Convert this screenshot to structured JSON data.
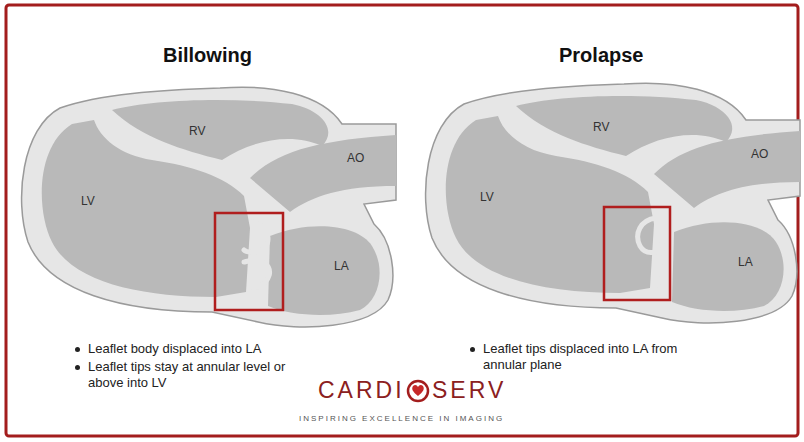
{
  "diagram": {
    "labels": [
      "Billowing",
      "RV",
      "LV",
      "AO",
      "LA",
      "Leaflet body displaced into LA",
      "Leaflet tips stay at annular level or above into LV",
      "Prolapse",
      "RV",
      "LV",
      "AO",
      "LA",
      "Leaflet tips displaced into LA from annular plane",
      "CARDI",
      "SERV",
      "INSPIRING EXCELLENCE IN IMAGING"
    ]
  }
}
